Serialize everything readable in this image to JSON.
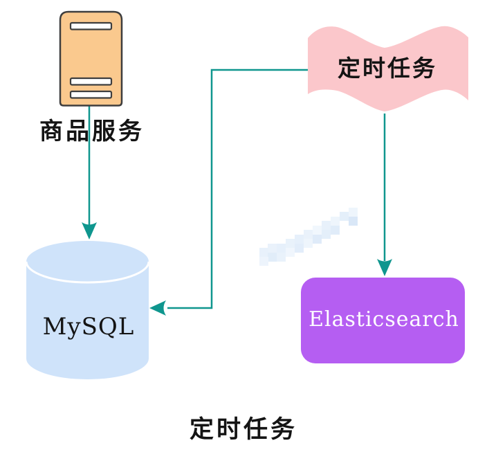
{
  "diagram": {
    "caption": "定时任务",
    "nodes": {
      "product_service": {
        "label": "商品服务",
        "shape": "server-icon"
      },
      "scheduled_task": {
        "label": "定时任务",
        "shape": "wave"
      },
      "mysql": {
        "label": "MySQL",
        "shape": "database-cylinder"
      },
      "elasticsearch": {
        "label": "Elasticsearch",
        "shape": "rounded-rect"
      }
    },
    "edges": [
      {
        "from": "product_service",
        "to": "mysql"
      },
      {
        "from": "scheduled_task",
        "to": "mysql"
      },
      {
        "from": "scheduled_task",
        "to": "elasticsearch"
      }
    ],
    "colors": {
      "background": "#FFFFFF",
      "server_fill": "#FAC98E",
      "server_stroke": "#3E3E3E",
      "slot_fill": "#FFFFFF",
      "wave_fill": "#FBC7CB",
      "mysql_fill": "#CFE3FA",
      "mysql_divider": "#FFFFFF",
      "es_fill": "#B55EF2",
      "arrow": "#0F968E",
      "label_text": "#141414",
      "es_text": "#FFFFFF"
    }
  }
}
